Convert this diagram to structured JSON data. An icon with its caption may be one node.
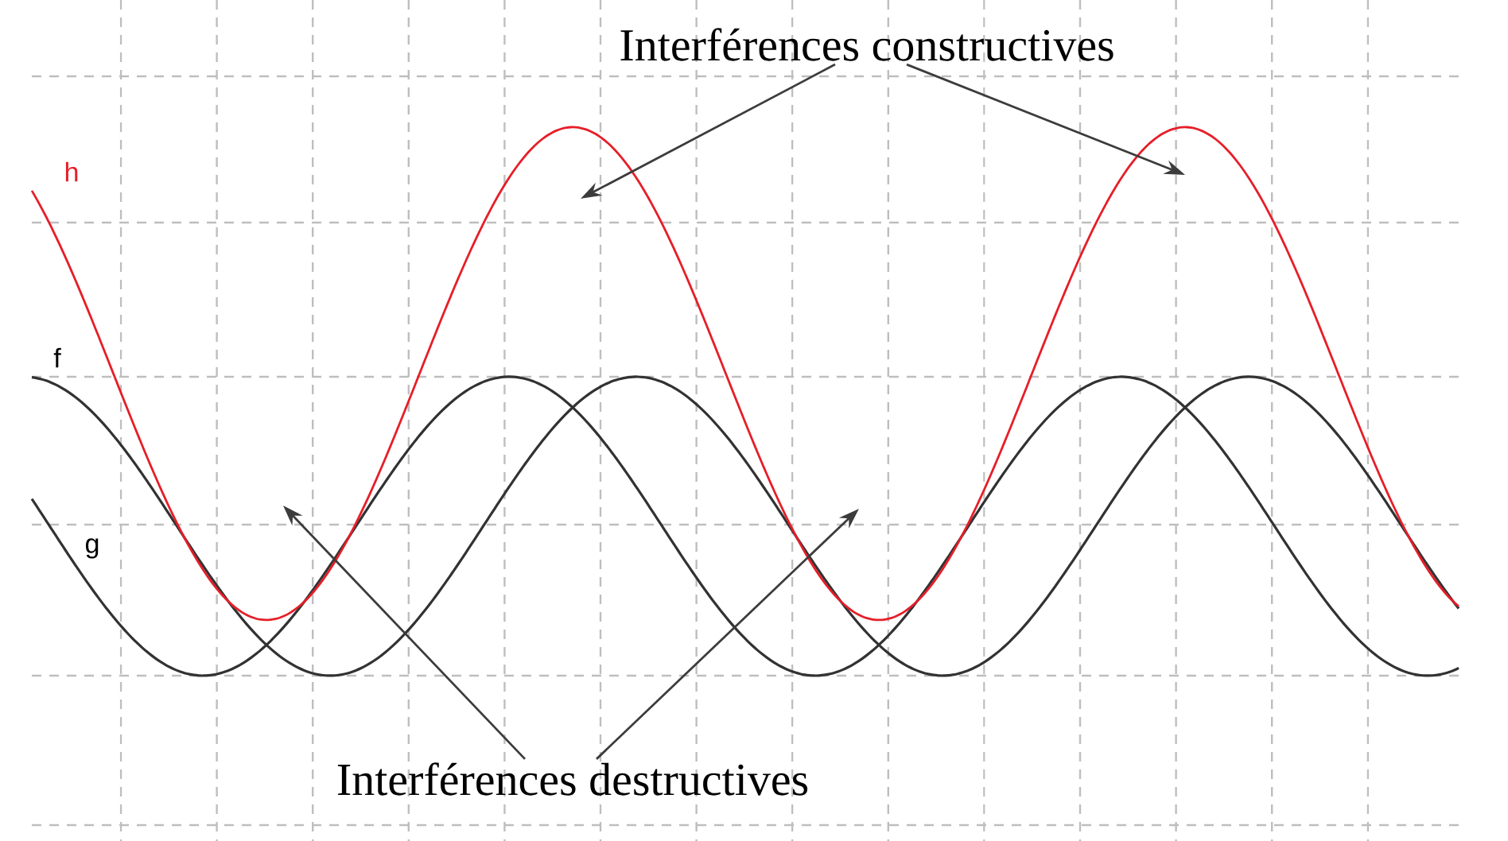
{
  "diagram": {
    "nodes": [
      {
        "text": [
          "Interférences constructives"
        ]
      },
      {
        "text": [
          "Interférences destructives"
        ]
      }
    ],
    "edges": [
      {
        "from": 0,
        "to": null,
        "arrow": "to"
      },
      {
        "from": 0,
        "to": null,
        "arrow": "to"
      },
      {
        "from": 1,
        "to": null,
        "arrow": "to"
      },
      {
        "from": 1,
        "to": null,
        "arrow": "to"
      }
    ],
    "labels": [
      "h",
      "f",
      "g"
    ]
  }
}
